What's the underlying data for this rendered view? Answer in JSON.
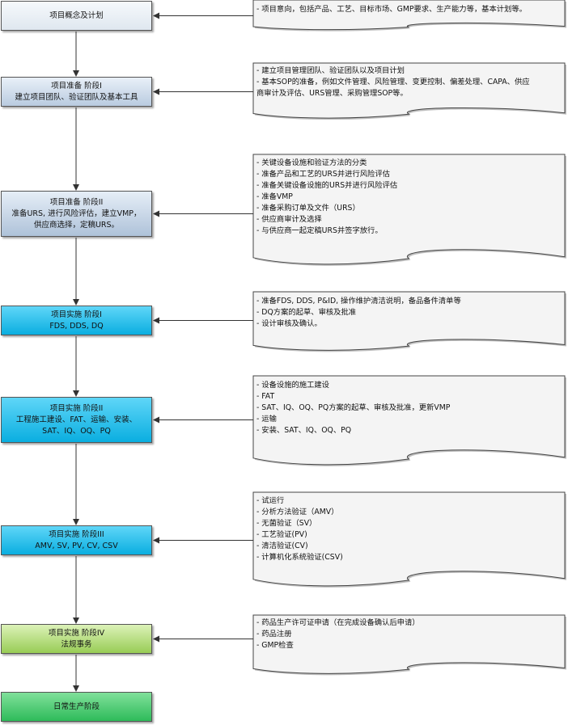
{
  "nodes": [
    {
      "lines": [
        "项目概念及计划"
      ]
    },
    {
      "lines": [
        "项目准备 阶段I",
        "建立项目团队、验证团队及基本工具"
      ]
    },
    {
      "lines": [
        "项目准备 阶段II",
        "准备URS, 进行风险评估，建立VMP，",
        "供应商选择，定稿URS。"
      ]
    },
    {
      "lines": [
        "项目实施 阶段I",
        "FDS, DDS, DQ"
      ]
    },
    {
      "lines": [
        "项目实施 阶段II",
        "工程施工建设、FAT、运输、安装、",
        "SAT、IQ、OQ、PQ"
      ]
    },
    {
      "lines": [
        "项目实施 阶段III",
        "AMV, SV, PV, CV, CSV"
      ]
    },
    {
      "lines": [
        "项目实施 阶段IV",
        "法规事务"
      ]
    },
    {
      "lines": [
        "日常生产阶段"
      ]
    }
  ],
  "notes": [
    {
      "lines": [
        "- 项目意向，包括产品、工艺、目标市场、GMP要求、生产能力等，基本计划等。"
      ]
    },
    {
      "lines": [
        "- 建立项目管理团队、验证团队以及项目计划",
        "- 基本SOP的准备，例如文件管理、风险管理、变更控制、偏差处理、CAPA、供应",
        "商审计及评估、URS管理、采购管理SOP等。"
      ]
    },
    {
      "lines": [
        "- 关键设备设施和验证方法的分类",
        "- 准备产品和工艺的URS并进行风险评估",
        "- 准备关键设备设施的URS并进行风险评估",
        "- 准备VMP",
        "- 准备采购订单及文件（URS）",
        "- 供应商审计及选择",
        "- 与供应商一起定稿URS并签字放行。"
      ]
    },
    {
      "lines": [
        "- 准备FDS, DDS, P&ID, 操作维护清洁说明，备品备件清单等",
        "- DQ方案的起草、审核及批准",
        "- 设计审核及确认。"
      ]
    },
    {
      "lines": [
        "- 设备设施的施工建设",
        "- FAT",
        "- SAT、IQ、OQ、PQ方案的起草、审核及批准，更新VMP",
        "- 运输",
        "- 安装、SAT、IQ、OQ、PQ"
      ]
    },
    {
      "lines": [
        "- 试运行",
        "- 分析方法验证（AMV）",
        "- 无菌验证（SV）",
        "- 工艺验证(PV)",
        "- 清洁验证(CV)",
        "- 计算机化系统验证(CSV)"
      ]
    },
    {
      "lines": [
        "- 药品生产许可证申请（在完成设备确认后申请）",
        "- 药品注册",
        "- GMP检查"
      ]
    }
  ]
}
